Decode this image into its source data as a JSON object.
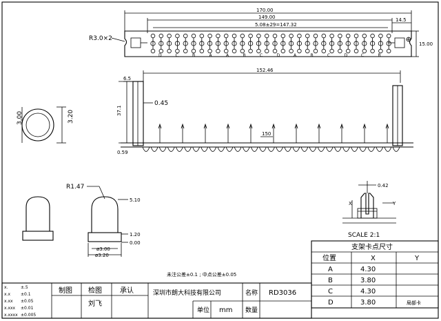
{
  "drawing": {
    "top_view": {
      "overall_width": "170.00",
      "pin_span": "149.00",
      "pitch_text": "5.08±29=147.32",
      "corner_radius": "R3.0×2",
      "edge_offset": "14.5",
      "height": "15.00",
      "pin_labels": [
        "D",
        "C",
        "B",
        "A",
        "A",
        "B",
        "C",
        "D",
        "A",
        "B",
        "C",
        "D",
        "C",
        "B"
      ]
    },
    "front_view": {
      "top_offset": "6.5",
      "inner_length": "152.46",
      "height": "37.1",
      "wire_dia": "0.45",
      "thickness": "0.59",
      "mid_mark": "150"
    },
    "round_view": {
      "width": "3.00",
      "height": "3.20"
    },
    "led_detail": {
      "radius": "R1.47",
      "total_height": "5.10",
      "flange_height": "1.20",
      "base": "0.00",
      "dia1": "ø3.00",
      "dia2": "ø3.20"
    },
    "scale_detail": {
      "dim": "0.42",
      "x_label": "X",
      "y_label": "Y",
      "scale_text": "SCALE 2:1"
    },
    "tolerance_note": "未注公差±0.1 ; 中点公差±0.05",
    "bracket_table": {
      "title": "支架卡点尺寸",
      "headers": [
        "位置",
        "X",
        "Y"
      ],
      "rows": [
        {
          "pos": "A",
          "x": "4.30",
          "y": ""
        },
        {
          "pos": "B",
          "x": "3.80",
          "y": ""
        },
        {
          "pos": "C",
          "x": "4.30",
          "y": ""
        },
        {
          "pos": "D",
          "x": "3.80",
          "y": ""
        }
      ],
      "footnote": "局部卡"
    },
    "title_block": {
      "tolerances": [
        {
          "k": "x.",
          "v": "±.5"
        },
        {
          "k": "x.x",
          "v": "±0.1"
        },
        {
          "k": "x.xx",
          "v": "±0.05"
        },
        {
          "k": "x.xxx",
          "v": "±0.01"
        },
        {
          "k": "x.xxxx",
          "v": "±0.005"
        }
      ],
      "drawn_label": "制图",
      "checked_label": "检图",
      "approved_label": "承认",
      "drawer": "刘飞",
      "company": "深圳市朗大科技有限公司",
      "name_label": "名称",
      "part_no": "RD3036",
      "unit_label": "单位",
      "unit": "mm",
      "qty_label": "数量"
    }
  }
}
